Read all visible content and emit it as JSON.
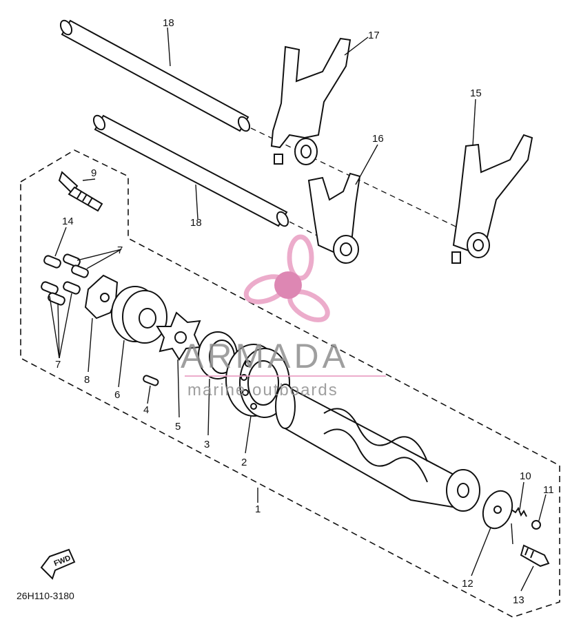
{
  "labels": {
    "p1": "1",
    "p2": "2",
    "p3": "3",
    "p4": "4",
    "p5": "5",
    "p6": "6",
    "p7a": "7",
    "p7b": "7",
    "p8": "8",
    "p9": "9",
    "p10": "10",
    "p11": "11",
    "p12": "12",
    "p13": "13",
    "p14": "14",
    "p15": "15",
    "p16": "16",
    "p17": "17",
    "p18a": "18",
    "p18b": "18"
  },
  "diagram_code": "26H110-3180",
  "direction_badge": "FWD",
  "watermark": {
    "brand": "ARMADA",
    "tagline": "marine outboards",
    "colors": {
      "pink": "#e99ec2",
      "pink_dark": "#d873a6",
      "text": "#8f8f8f"
    }
  },
  "colors": {
    "line": "#111111",
    "background": "#ffffff"
  }
}
